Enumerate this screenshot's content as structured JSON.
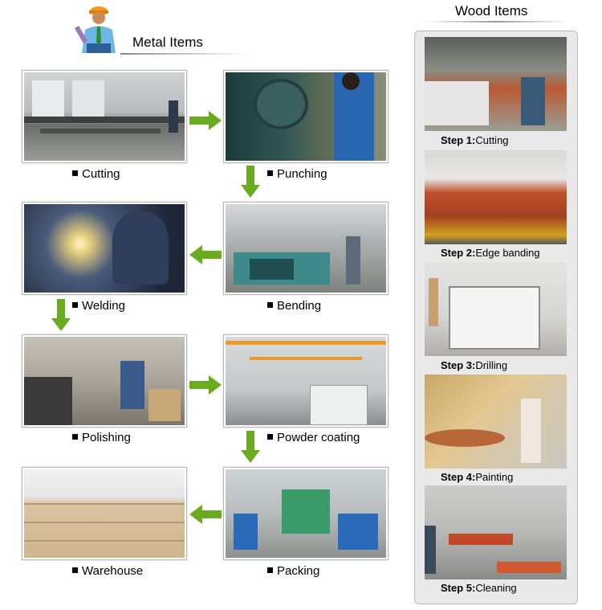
{
  "metal": {
    "title": "Metal Items",
    "steps": [
      {
        "label": "Cutting"
      },
      {
        "label": "Punching"
      },
      {
        "label": "Bending"
      },
      {
        "label": "Welding"
      },
      {
        "label": "Polishing"
      },
      {
        "label": "Powder coating"
      },
      {
        "label": "Packing"
      },
      {
        "label": "Warehouse"
      }
    ]
  },
  "wood": {
    "title": "Wood Items",
    "steps": [
      {
        "prefix": "Step 1:",
        "label": "Cutting"
      },
      {
        "prefix": "Step 2:",
        "label": "Edge banding"
      },
      {
        "prefix": "Step 3:",
        "label": "Drilling"
      },
      {
        "prefix": "Step 4:",
        "label": "Painting"
      },
      {
        "prefix": "Step 5:",
        "label": "Cleaning"
      }
    ]
  },
  "colors": {
    "arrow": "#6aab22",
    "panel": "#e9e9e9"
  }
}
